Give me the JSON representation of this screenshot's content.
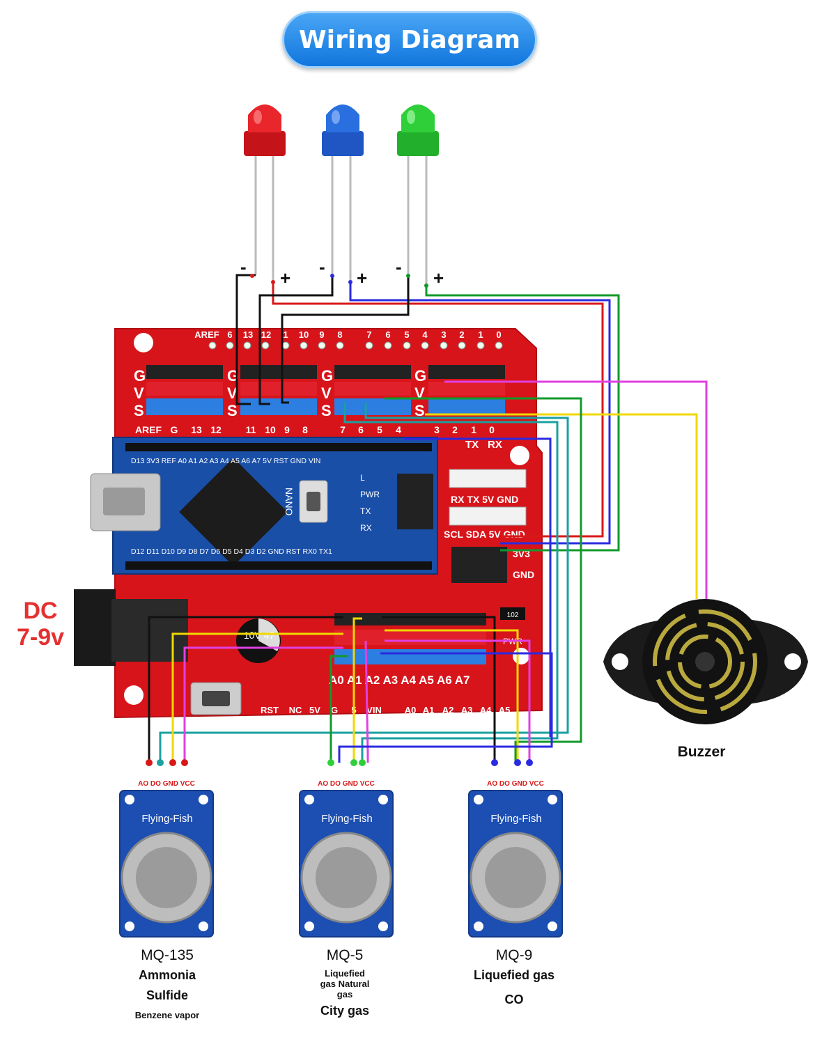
{
  "title": "Wiring Diagram",
  "power_label": "DC\n7-9v",
  "led_polarity": {
    "minus": "-",
    "plus": "+"
  },
  "buzzer_label": "Buzzer",
  "board": {
    "header_top_labels": [
      "AREF",
      "6",
      "13",
      "12",
      "1",
      "10",
      "9",
      "8",
      "7",
      "6",
      "5",
      "4",
      "3",
      "2",
      "1",
      "0"
    ],
    "row_labels": [
      "G",
      "V",
      "S"
    ],
    "bottom_row_labels": [
      "AREF",
      "G",
      "13",
      "12",
      "11",
      "10",
      "9",
      "8",
      "7",
      "6",
      "5",
      "4",
      "3",
      "2",
      "1",
      "0"
    ],
    "tx_rx": [
      "TX",
      "RX"
    ],
    "uart_header": "RX TX 5V GND",
    "i2c_header": "SCL SDA 5V GND",
    "v33": "3V3",
    "gnd": "GND",
    "analog_labels": "A0 A1 A2 A3 A4 A5 A6 A7",
    "power_row": [
      "RST",
      "NC",
      "5V",
      "G",
      "5",
      "VIN"
    ],
    "analog_bottom": [
      "A0",
      "A1",
      "A2",
      "A3",
      "A4",
      "A5"
    ],
    "pwr": "PWR",
    "cap_text": "10V\n47",
    "resistor": "102"
  },
  "nano": {
    "top_pins": "D13 3V3 REF A0 A1 A2 A3 A4 A5 A6 A7 5V RST GND VIN",
    "bottom_pins": "D12 D11 D10 D9 D8 D7 D6 D5 D4 D3 D2 GND RST RX0 TX1",
    "leds": [
      "L",
      "PWR",
      "TX",
      "RX"
    ],
    "name": "NANO"
  },
  "sensors": [
    {
      "pins": "AO DO GND VCC",
      "brand": "Flying-Fish",
      "name": "MQ-135",
      "lines": [
        "Ammonia",
        "Sulfide",
        "Benzene vapor"
      ]
    },
    {
      "pins": "AO DO GND VCC",
      "brand": "Flying-Fish",
      "name": "MQ-5",
      "lines": [
        "Liquefied",
        "gas Natural",
        "gas",
        "City gas"
      ]
    },
    {
      "pins": "AO DO GND VCC",
      "brand": "Flying-Fish",
      "name": "MQ-9",
      "lines": [
        "Liquefied gas",
        "CO"
      ]
    }
  ],
  "colors": {
    "board": "#d8141b",
    "nano": "#1a4fa8",
    "module": "#1d4fb3",
    "led_red": "#e8262b",
    "led_blue": "#2a6fe0",
    "led_green": "#2fcf3a",
    "wire_red": "#d81818",
    "wire_blue": "#2a2ae0",
    "wire_green": "#109a2a",
    "wire_cyan": "#1aa0a0",
    "wire_magenta": "#e040e0",
    "wire_yellow": "#f0d800",
    "wire_black": "#111111",
    "title_blue": "#1f86ea"
  }
}
